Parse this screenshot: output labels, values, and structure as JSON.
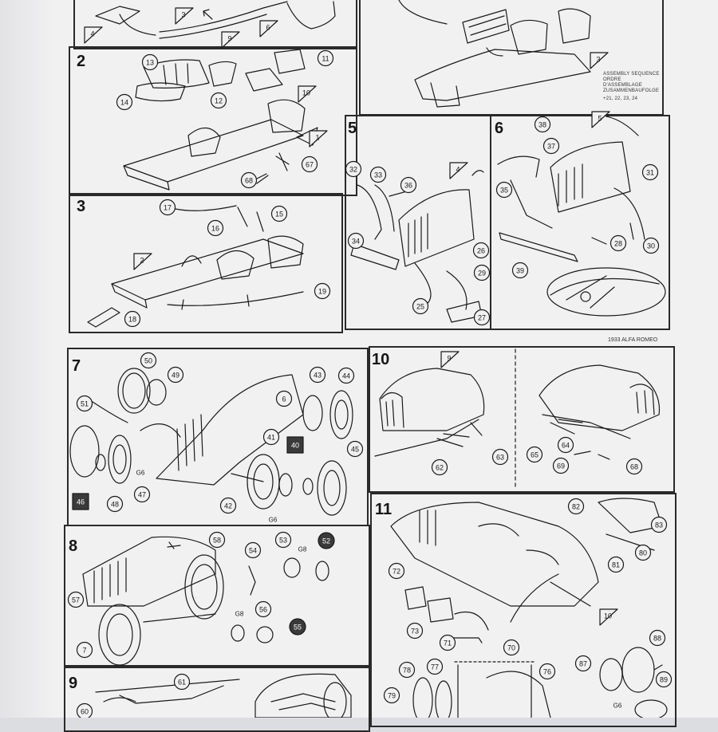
{
  "document": {
    "model_name": "1933 ALFA ROMEO"
  },
  "assembly_sequence": {
    "lines": [
      "ASSEMBLY SEQUENCE",
      "ORDRE D'ASSEMBLAGE",
      "ZUSAMMENBAUFOLGE",
      "+21, 22, 23, 24"
    ]
  },
  "steps": [
    {
      "number": "2",
      "parts": [
        "13",
        "11",
        "12",
        "14",
        "10",
        "67",
        "68",
        "1"
      ]
    },
    {
      "number": "3",
      "parts": [
        "17",
        "15",
        "16",
        "2",
        "18",
        "19"
      ]
    },
    {
      "number": "5",
      "parts": [
        "32",
        "33",
        "36",
        "4",
        "34",
        "26",
        "29",
        "25",
        "27"
      ]
    },
    {
      "number": "6",
      "parts": [
        "38",
        "37",
        "5",
        "31",
        "35",
        "28",
        "30",
        "39"
      ]
    },
    {
      "number": "7",
      "parts": [
        "50",
        "49",
        "51",
        "43",
        "44",
        "6",
        "41",
        "40",
        "45",
        "46",
        "48",
        "47",
        "42",
        "G6",
        "G6"
      ]
    },
    {
      "number": "10",
      "parts": [
        "9",
        "62",
        "63",
        "64",
        "65",
        "69",
        "68"
      ]
    },
    {
      "number": "8",
      "parts": [
        "58",
        "54",
        "53",
        "52",
        "G8",
        "57",
        "56",
        "55",
        "G8",
        "7"
      ]
    },
    {
      "number": "11",
      "parts": [
        "82",
        "83",
        "80",
        "81",
        "72",
        "73",
        "71",
        "70",
        "10"
      ]
    },
    {
      "number": "9",
      "parts": [
        "61",
        "60",
        "78",
        "77",
        "79",
        "76",
        "88",
        "87",
        "89",
        "G6"
      ]
    }
  ],
  "top_fragment_parts": [
    "4",
    "3",
    "9",
    "6",
    "3"
  ],
  "markers": {
    "dark": [
      "40",
      "46",
      "52",
      "55"
    ]
  },
  "colors": {
    "ink": "#1a1a1a",
    "paper": "#f1f1f2",
    "dark_marker": "#3a3a3a"
  }
}
